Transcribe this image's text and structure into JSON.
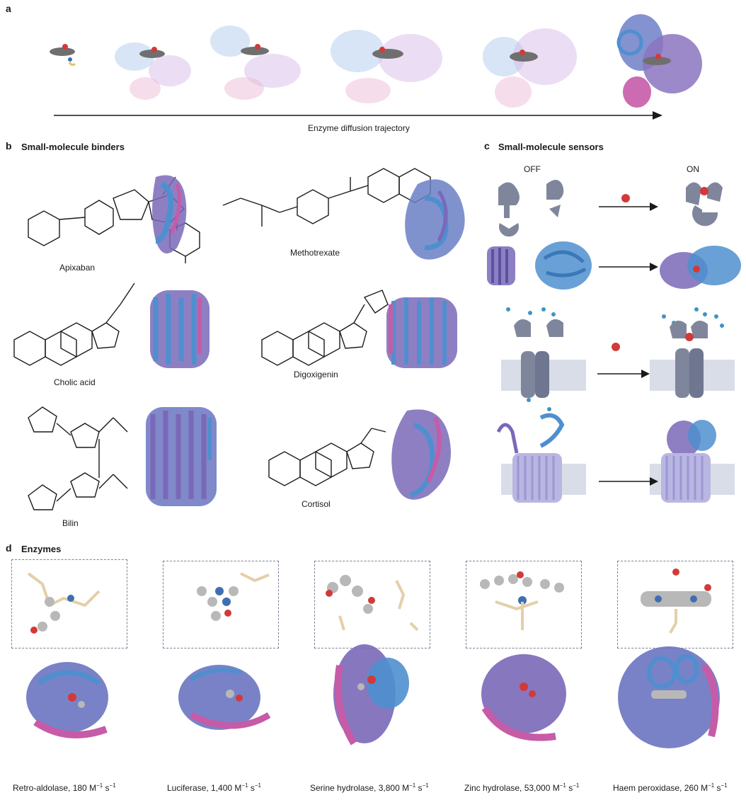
{
  "panel_a": {
    "letter": "a",
    "trajectory_label": "Enzyme diffusion trajectory"
  },
  "panel_b": {
    "letter": "b",
    "title": "Small-molecule binders",
    "molecules": [
      {
        "name": "Apixaban"
      },
      {
        "name": "Methotrexate"
      },
      {
        "name": "Cholic acid"
      },
      {
        "name": "Digoxigenin"
      },
      {
        "name": "Bilin"
      },
      {
        "name": "Cortisol"
      }
    ]
  },
  "panel_c": {
    "letter": "c",
    "title": "Small-molecule sensors",
    "off_label": "OFF",
    "on_label": "ON"
  },
  "panel_d": {
    "letter": "d",
    "title": "Enzymes",
    "enzymes": [
      {
        "name": "Retro-aldolase, 180 M",
        "unit_exp1": "−1",
        "unit_s": " s",
        "unit_exp2": "−1"
      },
      {
        "name": "Luciferase, 1,400 M",
        "unit_exp1": "−1",
        "unit_s": " s",
        "unit_exp2": "−1"
      },
      {
        "name": "Serine hydrolase, 3,800 M",
        "unit_exp1": "−1",
        "unit_s": " s",
        "unit_exp2": "−1"
      },
      {
        "name": "Zinc hydrolase, 53,000 M",
        "unit_exp1": "−1",
        "unit_s": " s",
        "unit_exp2": "−1"
      },
      {
        "name": "Haem peroxidase, 260 M",
        "unit_exp1": "−1",
        "unit_s": " s",
        "unit_exp2": "−1"
      }
    ]
  },
  "colors": {
    "protein_blue": "#4f8fcf",
    "protein_purple": "#7a68b8",
    "protein_pink": "#c65ba8",
    "ligand_grey": "#8a8a8a",
    "ligand_red": "#d23a3a",
    "sensor_grey": "#7f869c",
    "membrane": "#d9dde8",
    "ion_blue": "#3f93c6"
  }
}
